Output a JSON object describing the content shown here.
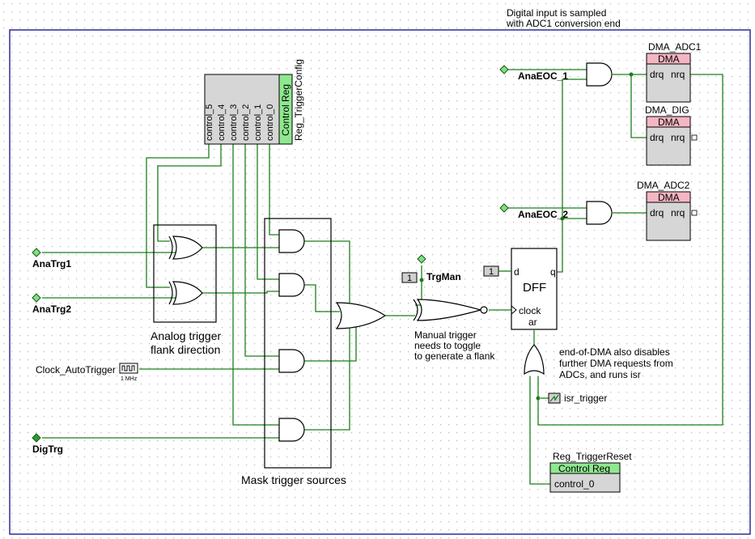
{
  "note_top": [
    "Digital input is sampled",
    "with ADC1 conversion end"
  ],
  "inputs": {
    "ana_trg1": "AnaTrg1",
    "ana_trg2": "AnaTrg2",
    "dig_trg": "DigTrg",
    "ana_eoc1": "AnaEOC_1",
    "ana_eoc2": "AnaEOC_2",
    "trg_man": "TrgMan"
  },
  "clock": {
    "label": "Clock_AutoTrigger",
    "freq": "1 MHz"
  },
  "ctrl_reg": {
    "header": "Control Reg",
    "name": "Reg_TriggerConfig",
    "pins": [
      "control_5",
      "control_4",
      "control_3",
      "control_2",
      "control_1",
      "control_0"
    ]
  },
  "reset_reg": {
    "name": "Reg_TriggerReset",
    "header": "Control Reg",
    "pin": "control_0"
  },
  "dma_blocks": [
    {
      "name": "DMA_ADC1",
      "header": "DMA",
      "drq": "drq",
      "nrq": "nrq"
    },
    {
      "name": "DMA_DIG",
      "header": "DMA",
      "drq": "drq",
      "nrq": "nrq"
    },
    {
      "name": "DMA_ADC2",
      "header": "DMA",
      "drq": "drq",
      "nrq": "nrq"
    }
  ],
  "dff": {
    "title": "DFF",
    "d": "d",
    "q": "q",
    "clock": "clock",
    "ar": "ar"
  },
  "constants": {
    "trgman_const": "1",
    "dff_d_const": "1"
  },
  "isr": {
    "label": "isr_trigger"
  },
  "group_labels": {
    "analog": [
      "Analog trigger",
      "flank direction"
    ],
    "mask": "Mask trigger sources"
  },
  "notes": {
    "manual": [
      "Manual trigger",
      "needs to toggle",
      "to generate a flank"
    ],
    "dma": [
      "end-of-DMA also disables",
      "further DMA requests from",
      "ADCs, and runs isr"
    ]
  }
}
